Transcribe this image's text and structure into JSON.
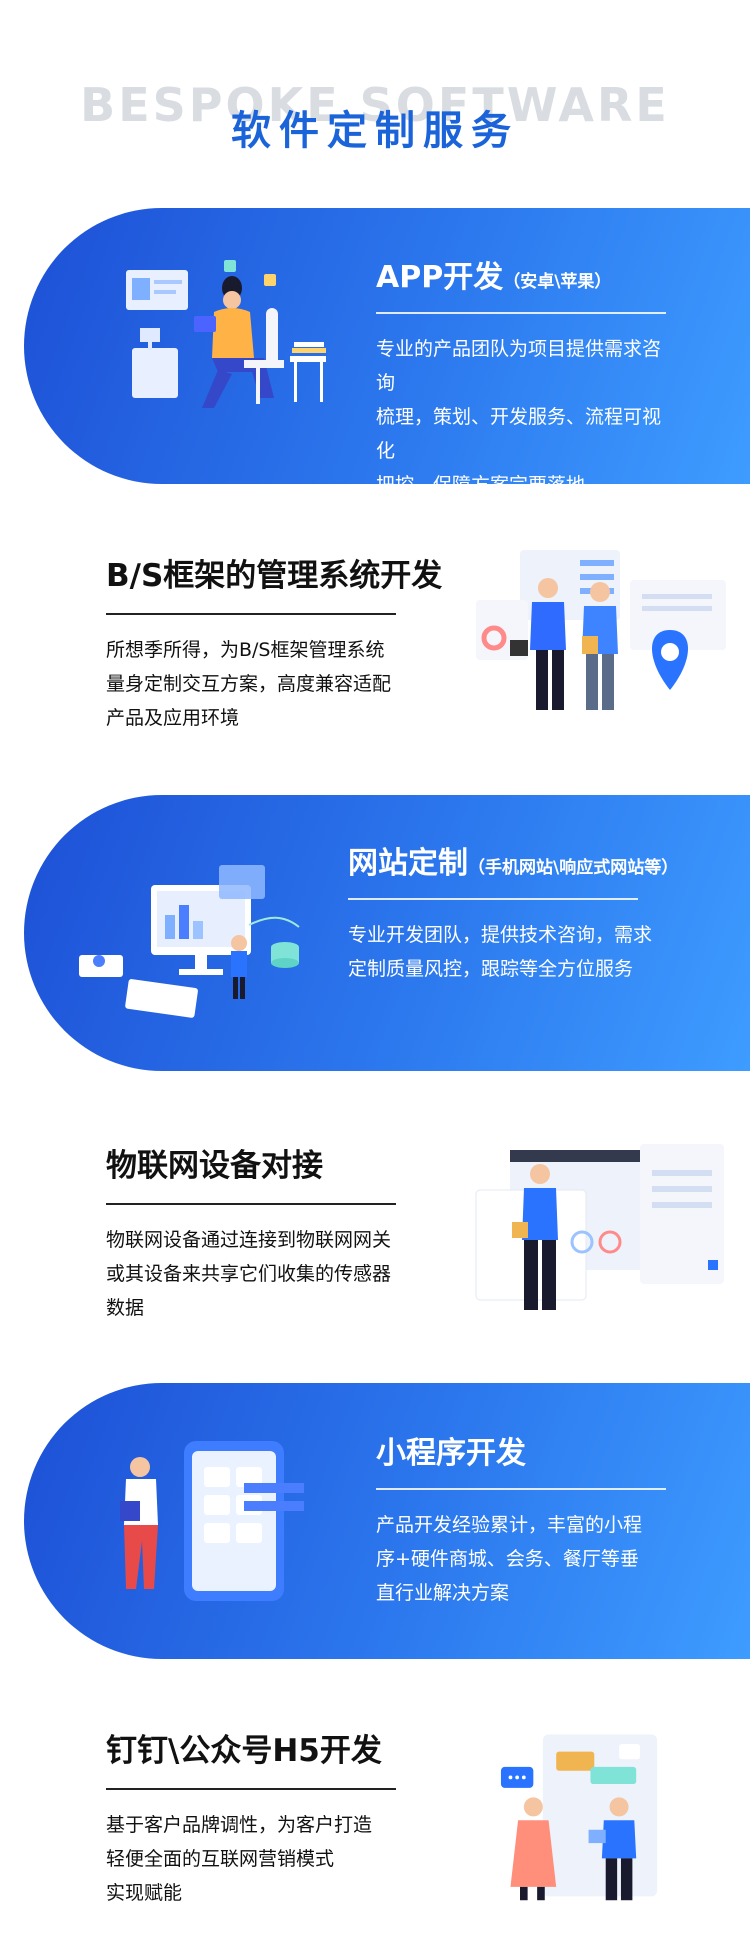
{
  "header": {
    "bg_text": "BESPOKE SOFTWARE",
    "title": "软件定制服务"
  },
  "sections": [
    {
      "title": "APP开发",
      "subtitle": "（安卓\\苹果）",
      "desc": [
        "专业的产品团队为项目提供需求咨询",
        "梳理，策划、开发服务、流程可视化",
        "把控，保障方案完要落地"
      ]
    },
    {
      "title": "B/S框架的管理系统开发",
      "subtitle": "",
      "desc": [
        "所想季所得，为B/S框架管理系统",
        "量身定制交互方案，高度兼容适配",
        "产品及应用环境"
      ]
    },
    {
      "title": "网站定制",
      "subtitle": "（手机网站\\响应式网站等）",
      "desc": [
        "专业开发团队，提供技术咨询，需求",
        "定制质量风控，跟踪等全方位服务"
      ]
    },
    {
      "title": "物联网设备对接",
      "subtitle": "",
      "desc": [
        "物联网设备通过连接到物联网网关",
        "或其设备来共享它们收集的传感器",
        "数据"
      ]
    },
    {
      "title": "小程序开发",
      "subtitle": "",
      "desc": [
        "产品开发经验累计，丰富的小程",
        "序+硬件商城、会务、餐厅等垂",
        "直行业解决方案"
      ]
    },
    {
      "title": "钉钉\\公众号H5开发",
      "subtitle": "",
      "desc": [
        "基于客户品牌调性，为客户打造",
        "轻便全面的互联网营销模式",
        "实现赋能"
      ]
    }
  ],
  "colors": {
    "accent": "#1a63d9",
    "band_start": "#1d50d6",
    "band_end": "#3e9cff",
    "watermark": "#d9dde2"
  }
}
